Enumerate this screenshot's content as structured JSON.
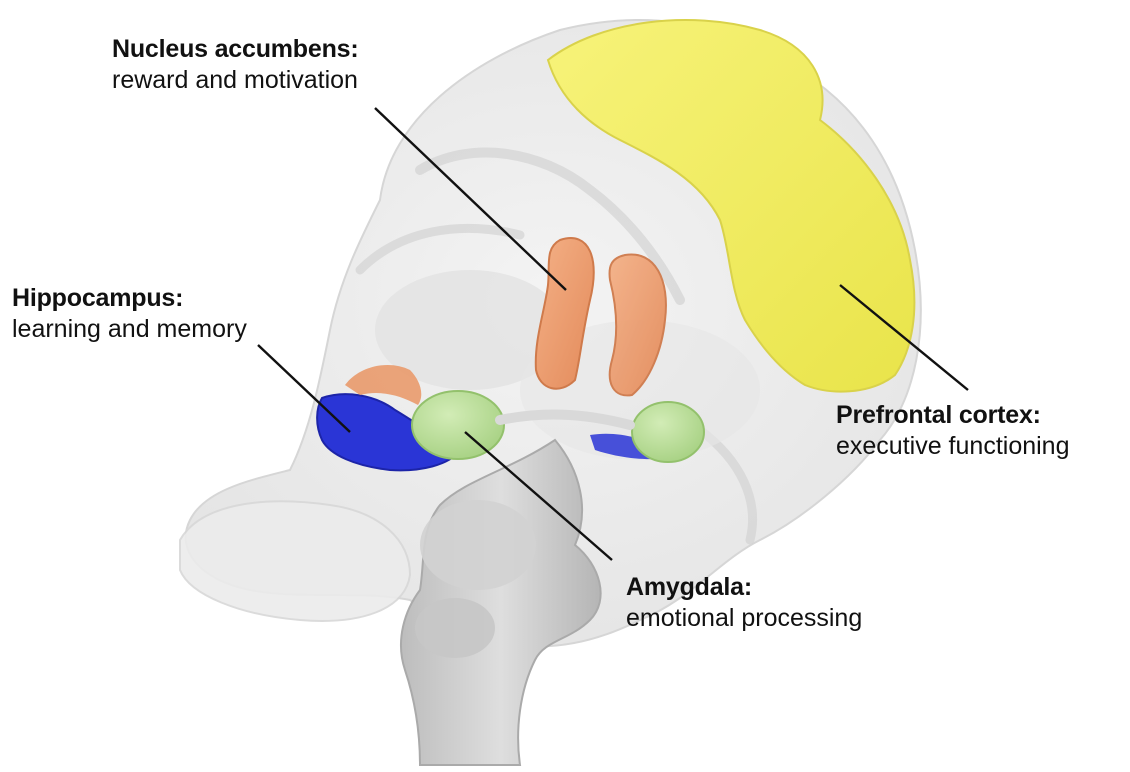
{
  "callouts": {
    "nucleus_accumbens": {
      "name": "Nucleus accumbens:",
      "function": "reward and motivation",
      "color": "#F0A074"
    },
    "hippocampus": {
      "name": "Hippocampus:",
      "function": "learning and memory",
      "color": "#2A3BD9"
    },
    "prefrontal_cortex": {
      "name": "Prefrontal cortex:",
      "function": "executive functioning",
      "color": "#F3F06A"
    },
    "amygdala": {
      "name": "Amygdala:",
      "function": "emotional processing",
      "color": "#B7DE94"
    }
  },
  "colors": {
    "brain_shell": "#E9E9E9",
    "brainstem": "#C9C9C9",
    "leader_line": "#111111",
    "background": "#FFFFFF"
  }
}
